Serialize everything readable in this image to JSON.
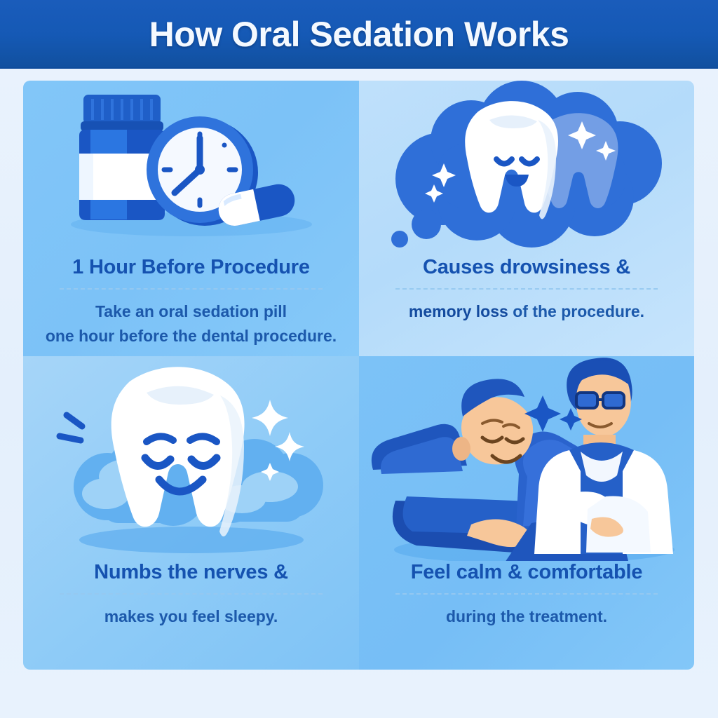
{
  "header": {
    "title": "How Oral Sedation Works",
    "band_color": "#1559b5",
    "title_color": "#f4f9ff"
  },
  "theme": {
    "page_background": "#e6f1fc",
    "heading_color": "#1552b0",
    "body_color": "#1c59ab",
    "accent_deep_blue": "#1a56c4",
    "accent_mid_blue": "#4a8fe0",
    "tooth_white": "#ffffff"
  },
  "panels": [
    {
      "id": "panel-1-timing",
      "illustration": "pill-bottle-clock-capsule-icon",
      "illustration_parts": [
        "pill-bottle-icon",
        "clock-icon",
        "capsule-pill-icon"
      ],
      "background": "#7cc2f7",
      "heading": "1 Hour Before Procedure",
      "body_line_1": "Take an oral sedation pill",
      "body_line_2": "one hour before the dental procedure."
    },
    {
      "id": "panel-2-drowsiness",
      "illustration": "thought-cloud-sleeping-tooth-icon",
      "illustration_parts": [
        "thought-cloud-icon",
        "sleeping-tooth-icon",
        "ghost-tooth-icon",
        "sparkle-icon"
      ],
      "background": "#b4dbfa",
      "heading": "Causes drowsiness &",
      "body_bold": "memory loss",
      "body_rest": " of the procedure."
    },
    {
      "id": "panel-3-numbing",
      "illustration": "sleepy-tooth-clouds-icon",
      "illustration_parts": [
        "sleeping-tooth-icon",
        "cloud-icon",
        "sparkle-star-icon",
        "motion-lines-icon"
      ],
      "background": "#8ecbf7",
      "heading": "Numbs the nerves &",
      "body_line_1": "makes you feel sleepy."
    },
    {
      "id": "panel-4-comfort",
      "illustration": "patient-in-dental-chair-with-dentist-icon",
      "illustration_parts": [
        "dental-chair-icon",
        "relaxed-patient-icon",
        "dentist-icon",
        "star-icon"
      ],
      "background": "#76bef6",
      "heading": "Feel calm & comfortable",
      "body_line_1": "during the treatment."
    }
  ]
}
